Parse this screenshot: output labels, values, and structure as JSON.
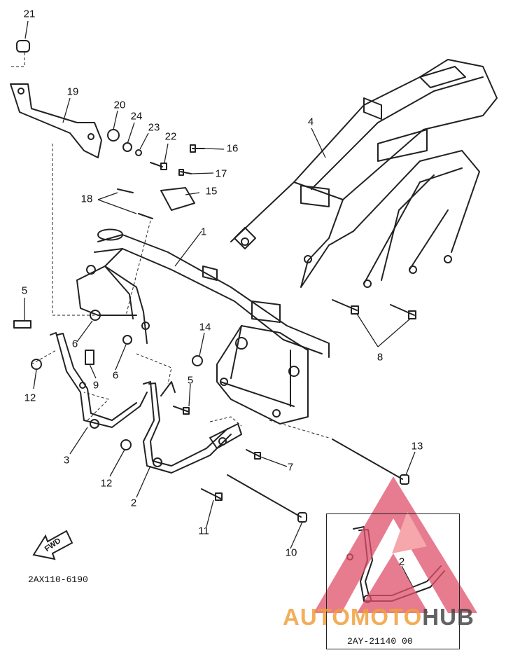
{
  "callouts": {
    "c21": "21",
    "c19": "19",
    "c20": "20",
    "c24": "24",
    "c23": "23",
    "c22": "22",
    "c16": "16",
    "c17": "17",
    "c15": "15",
    "c18": "18",
    "c4": "4",
    "c1": "1",
    "c5a": "5",
    "c6a": "6",
    "c6b": "6",
    "c9": "9",
    "c12a": "12",
    "c3": "3",
    "c12b": "12",
    "c2": "2",
    "c11": "11",
    "c10": "10",
    "c7": "7",
    "c5b": "5",
    "c14": "14",
    "c8": "8",
    "c13": "13",
    "c2inset": "2"
  },
  "codes": {
    "main": "2AX110-6190",
    "inset": "2AY-21140 00"
  },
  "fwd_label": "FWD",
  "watermark": {
    "part1": "AUTOMOTO",
    "part2": "HUB",
    "icon": "triangle-logo-icon",
    "color_primary": "#f0a03c",
    "color_secondary": "#e0506a"
  }
}
